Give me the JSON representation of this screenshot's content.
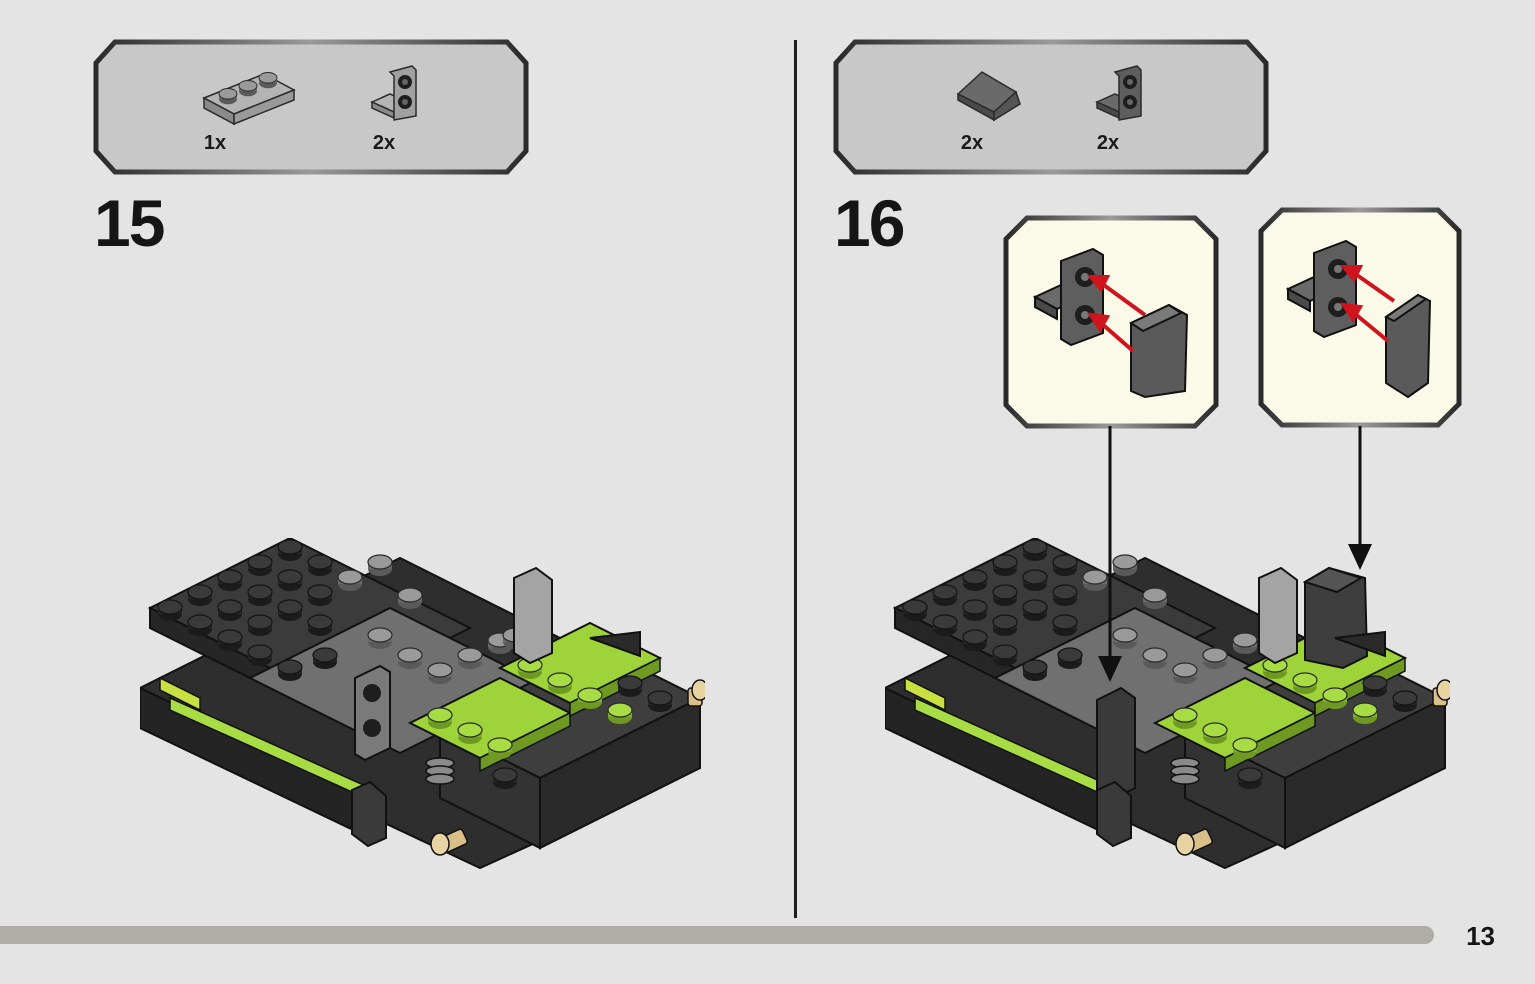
{
  "left_step": {
    "step_number": "15",
    "parts": [
      {
        "icon": "plate-1x3-grey-icon",
        "quantity": "1x"
      },
      {
        "icon": "bracket-1x2-grey-icon",
        "quantity": "2x"
      }
    ]
  },
  "right_step": {
    "step_number": "16",
    "parts": [
      {
        "icon": "slope-tile-dark-grey-icon",
        "quantity": "2x"
      },
      {
        "icon": "bracket-1x2-dark-icon",
        "quantity": "2x"
      }
    ]
  },
  "page_number": "13",
  "colors": {
    "background": "#e4e4e4",
    "parts_box": "#c8c8c8",
    "callout_bg": "#fbfae8",
    "lime": "#9ed43a",
    "dark_brick": "#3c3c3c",
    "arrow_red": "#d0141e",
    "footer_bar": "#b0aca6"
  }
}
